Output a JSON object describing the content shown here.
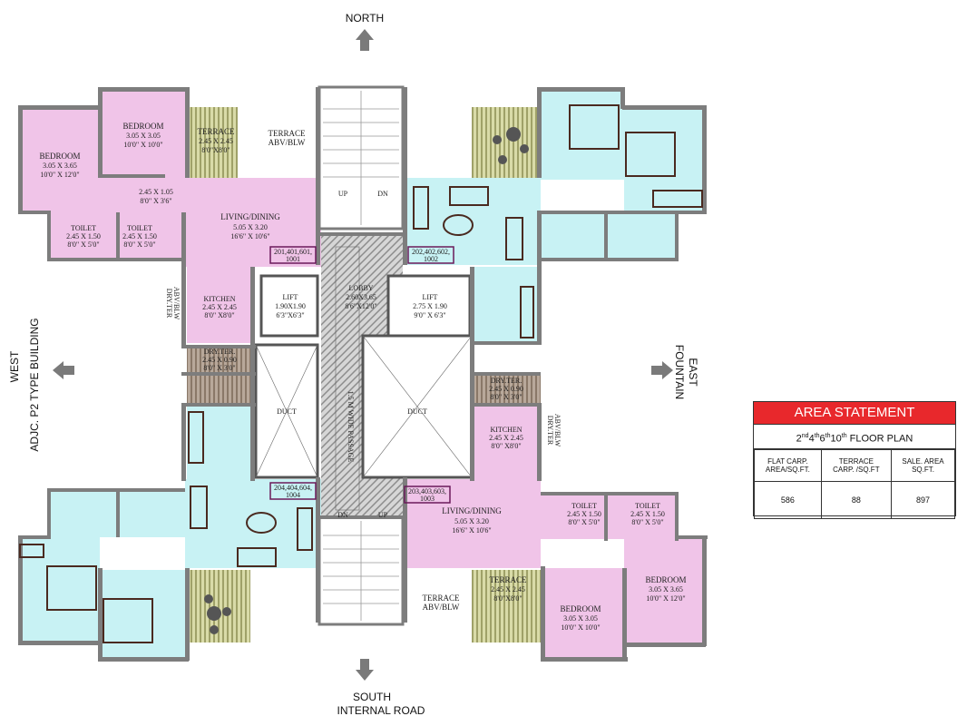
{
  "colors": {
    "bedroom_pink": "#f0c4e8",
    "living_cyan": "#c8f2f4",
    "terrace_stripe": "#c7c98a",
    "wall": "#7d7d7d",
    "lobby_pattern": "#9a9a9a",
    "header_red": "#e8282c"
  },
  "compass": {
    "north": "NORTH",
    "south_line1": "SOUTH",
    "south_line2": "INTERNAL ROAD",
    "east_line1": "EAST",
    "east_line2": "FOUNTAIN",
    "west_line1": "WEST",
    "west_line2": "ADJC. P2 TYPE BUILDING"
  },
  "rooms": {
    "nw_bedroom_large": {
      "name": "BEDROOM",
      "m": "3.05 X 3.65",
      "ft": "10'0\" X 12'0\""
    },
    "nw_bedroom_small": {
      "name": "BEDROOM",
      "m": "3.05 X 3.05",
      "ft": "10'0\" X 10'0\""
    },
    "nw_terrace": {
      "name": "TERRACE",
      "m": "2.45 X 2.45",
      "ft": "8'0\"X8'0\""
    },
    "north_terrace_abv": {
      "l1": "TERRACE",
      "l2": "ABV/BLW"
    },
    "nw_passage": {
      "m": "2.45 X 1.05",
      "ft": "8'0\" X 3'6\""
    },
    "nw_toilet1": {
      "name": "TOILET",
      "m": "2.45 X 1.50",
      "ft": "8'0\" X 5'0\""
    },
    "nw_toilet2": {
      "name": "TOILET",
      "m": "2.45 X 1.50",
      "ft": "8'0\" X 5'0\""
    },
    "nw_living": {
      "name": "LIVING/DINING",
      "m": "5.05 X 3.20",
      "ft": "16'6\" X 10'6\""
    },
    "nw_unit_no": {
      "l1": "201,401,601,",
      "l2": "1001"
    },
    "ne_unit_no": {
      "l1": "202,402,602,",
      "l2": "1002"
    },
    "sw_unit_no": {
      "l1": "204,404,604,",
      "l2": "1004"
    },
    "se_unit_no": {
      "l1": "203,403,603,",
      "l2": "1003"
    },
    "stairs_up": "UP",
    "stairs_dn": "DN",
    "west_dry_ter": {
      "l1": "DRY.TER",
      "l2": "ABV/BLW"
    },
    "nw_kitchen": {
      "name": "KITCHEN",
      "m": "2.45 X 2.45",
      "ft": "8'0\" X8'0\""
    },
    "lift_left": {
      "name": "LIFT",
      "m": "1.90X1.90",
      "ft": "6'3\"X6'3\""
    },
    "lift_right": {
      "name": "LIFT",
      "m": "2.75 X 1.90",
      "ft": "9'0\" X 6'3\""
    },
    "lobby": {
      "name": "LOBBY",
      "m": "2.60X3.65",
      "ft": "8'6\"X12'0\""
    },
    "nw_dry_ter": {
      "name": "DRY.TER.",
      "m": "2.45 X 0.90",
      "ft": "8'0\" X 3'0\""
    },
    "ne_dry_ter": {
      "name": "DRY.TER.",
      "m": "2.45 X 0.90",
      "ft": "8'0\" X 3'0\""
    },
    "duct_left": "DUCT",
    "duct_right": "DUCT",
    "passage": "1.5 M WIDE PASSAGE",
    "stairs_dn_s": "DN",
    "stairs_up_s": "UP",
    "se_kitchen": {
      "name": "KITCHEN",
      "m": "2.45 X 2.45",
      "ft": "8'0\" X8'0\""
    },
    "east_dry_ter": {
      "l1": "DRY.TER",
      "l2": "ABV/BLW"
    },
    "se_living": {
      "name": "LIVING/DINING",
      "m": "5.05 X 3.20",
      "ft": "16'6\" X 10'6\""
    },
    "se_toilet1": {
      "name": "TOILET",
      "m": "2.45 X 1.50",
      "ft": "8'0\" X 5'0\""
    },
    "se_toilet2": {
      "name": "TOILET",
      "m": "2.45 X 1.50",
      "ft": "8'0\" X 5'0\""
    },
    "se_bedroom_large": {
      "name": "BEDROOM",
      "m": "3.05 X 3.65",
      "ft": "10'0\" X 12'0\""
    },
    "se_bedroom_small": {
      "name": "BEDROOM",
      "m": "3.05 X 3.05",
      "ft": "10'0\" X 10'0\""
    },
    "se_terrace": {
      "name": "TERRACE",
      "m": "2.45 X 2.45",
      "ft": "8'0\"X8'0\""
    },
    "south_terrace_abv": {
      "l1": "TERRACE",
      "l2": "ABV/BLW"
    }
  },
  "area_statement": {
    "title": "AREA STATEMENT",
    "floor_plan": {
      "f1": "2",
      "s1": "nd",
      "f2": "4",
      "s2": "th",
      "f3": "6",
      "s3": "th",
      "f4": "10",
      "s4": "th",
      "suffix": "FLOOR PLAN"
    },
    "headers": [
      {
        "l1": "FLAT CARP.",
        "l2": "AREA/SQ.FT."
      },
      {
        "l1": "TERRACE",
        "l2": "CARP. /SQ.FT"
      },
      {
        "l1": "SALE. AREA",
        "l2": "SQ.FT."
      }
    ],
    "values": [
      "586",
      "88",
      "897"
    ]
  }
}
